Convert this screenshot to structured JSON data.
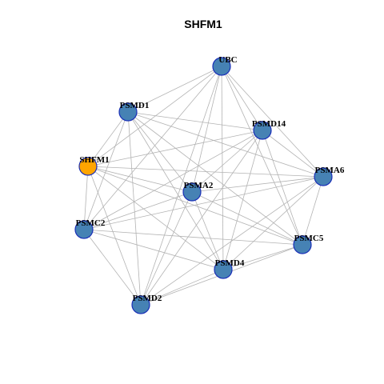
{
  "title": "SHFM1",
  "colors": {
    "edge": "#b3b3b3",
    "node_fill": "#4682b4",
    "node_stroke": "#1a2fb8",
    "highlight_fill": "#ffa500",
    "highlight_stroke": "#1a2fb8",
    "background": "#ffffff"
  },
  "nodes": [
    {
      "id": "UBC",
      "label": "UBC",
      "highlight": false
    },
    {
      "id": "PSMD1",
      "label": "PSMD1",
      "highlight": false
    },
    {
      "id": "PSMD14",
      "label": "PSMD14",
      "highlight": false
    },
    {
      "id": "SHFM1",
      "label": "SHFM1",
      "highlight": true
    },
    {
      "id": "PSMA6",
      "label": "PSMA6",
      "highlight": false
    },
    {
      "id": "PSMA2",
      "label": "PSMA2",
      "highlight": false
    },
    {
      "id": "PSMC2",
      "label": "PSMC2",
      "highlight": false
    },
    {
      "id": "PSMC5",
      "label": "PSMC5",
      "highlight": false
    },
    {
      "id": "PSMD4",
      "label": "PSMD4",
      "highlight": false
    },
    {
      "id": "PSMD2",
      "label": "PSMD2",
      "highlight": false
    }
  ],
  "edges": [
    [
      "UBC",
      "PSMD1"
    ],
    [
      "UBC",
      "PSMD14"
    ],
    [
      "UBC",
      "SHFM1"
    ],
    [
      "UBC",
      "PSMA6"
    ],
    [
      "UBC",
      "PSMA2"
    ],
    [
      "UBC",
      "PSMC2"
    ],
    [
      "UBC",
      "PSMC5"
    ],
    [
      "UBC",
      "PSMD4"
    ],
    [
      "UBC",
      "PSMD2"
    ],
    [
      "PSMD1",
      "PSMD14"
    ],
    [
      "PSMD1",
      "SHFM1"
    ],
    [
      "PSMD1",
      "PSMA6"
    ],
    [
      "PSMD1",
      "PSMA2"
    ],
    [
      "PSMD1",
      "PSMC2"
    ],
    [
      "PSMD1",
      "PSMC5"
    ],
    [
      "PSMD1",
      "PSMD4"
    ],
    [
      "PSMD1",
      "PSMD2"
    ],
    [
      "PSMD14",
      "SHFM1"
    ],
    [
      "PSMD14",
      "PSMA6"
    ],
    [
      "PSMD14",
      "PSMA2"
    ],
    [
      "PSMD14",
      "PSMC2"
    ],
    [
      "PSMD14",
      "PSMC5"
    ],
    [
      "PSMD14",
      "PSMD4"
    ],
    [
      "PSMD14",
      "PSMD2"
    ],
    [
      "SHFM1",
      "PSMA6"
    ],
    [
      "SHFM1",
      "PSMA2"
    ],
    [
      "SHFM1",
      "PSMC2"
    ],
    [
      "SHFM1",
      "PSMC5"
    ],
    [
      "SHFM1",
      "PSMD4"
    ],
    [
      "SHFM1",
      "PSMD2"
    ],
    [
      "PSMA6",
      "PSMA2"
    ],
    [
      "PSMA6",
      "PSMC2"
    ],
    [
      "PSMA6",
      "PSMC5"
    ],
    [
      "PSMA6",
      "PSMD4"
    ],
    [
      "PSMA6",
      "PSMD2"
    ],
    [
      "PSMA2",
      "PSMC2"
    ],
    [
      "PSMA2",
      "PSMC5"
    ],
    [
      "PSMA2",
      "PSMD4"
    ],
    [
      "PSMA2",
      "PSMD2"
    ],
    [
      "PSMC2",
      "PSMC5"
    ],
    [
      "PSMC2",
      "PSMD4"
    ],
    [
      "PSMC2",
      "PSMD2"
    ],
    [
      "PSMC5",
      "PSMD4"
    ],
    [
      "PSMC5",
      "PSMD2"
    ],
    [
      "PSMD4",
      "PSMD2"
    ]
  ]
}
